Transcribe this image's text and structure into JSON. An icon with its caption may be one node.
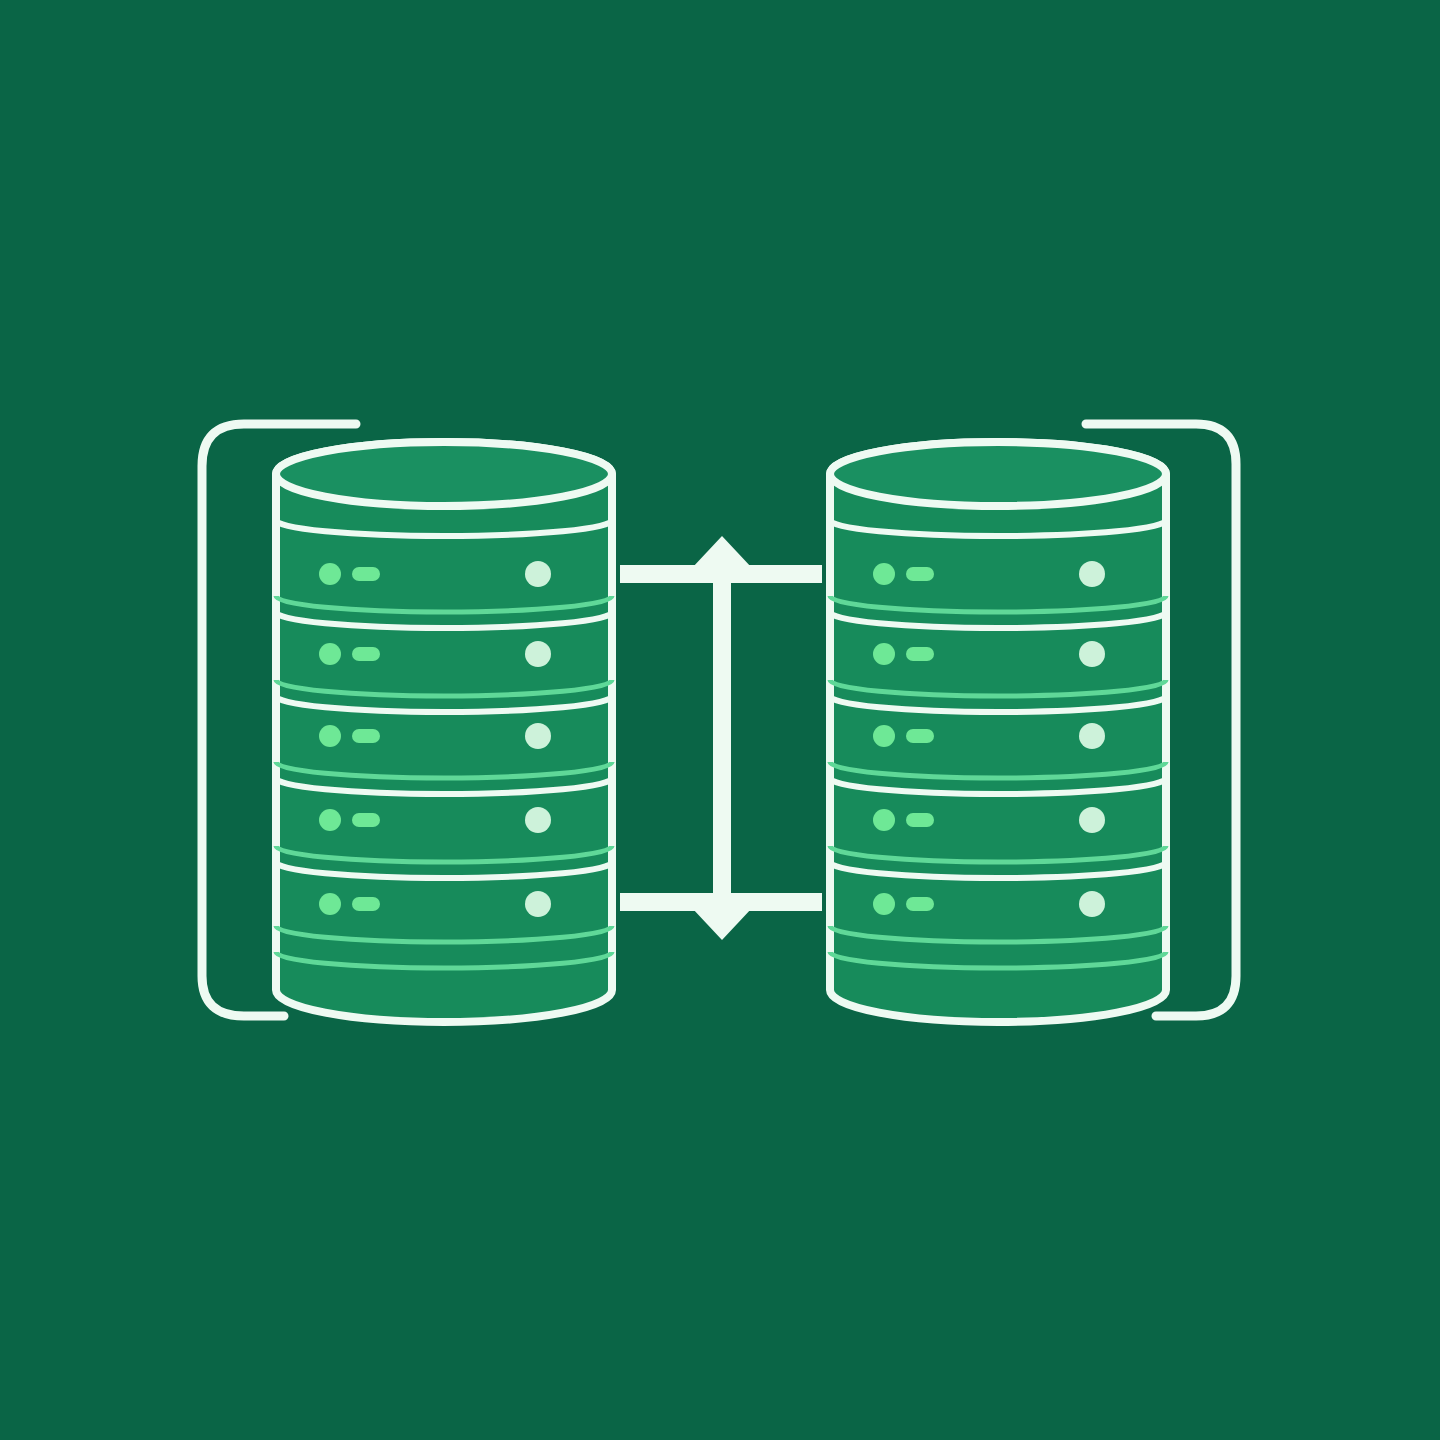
{
  "diagram": {
    "nodes": [
      {
        "text": [],
        "shape": "cylinder"
      },
      {
        "text": [],
        "shape": "cylinder"
      }
    ],
    "edges": [
      {
        "from": 0,
        "to": 1,
        "arrow": "none"
      },
      {
        "from": 0,
        "to": 1,
        "arrow": "none"
      }
    ]
  }
}
